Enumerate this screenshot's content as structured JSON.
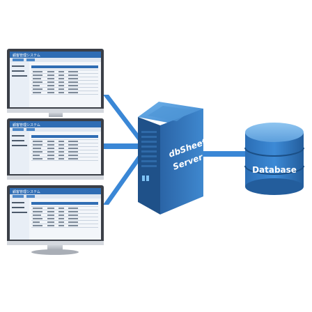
{
  "server": {
    "label_line1": "dbSheet",
    "label_line2": "Server"
  },
  "database": {
    "label": "Database"
  },
  "monitors": [
    {
      "name": "client-1",
      "app_title": "顧客管理システム"
    },
    {
      "name": "client-2",
      "app_title": "顧客管理システム"
    },
    {
      "name": "client-3",
      "app_title": "顧客管理システム"
    }
  ],
  "colors": {
    "connector": "#3a87d6",
    "server_body": "#2d6fb0",
    "server_dark": "#1b4f86",
    "server_light": "#5fa7e2",
    "db_top": "#79b6ea",
    "db_body": "#2f77c1",
    "db_band": "#1f5d9e",
    "monitor_frame": "#3b3f47",
    "monitor_stand": "#b9bec6",
    "screen_header": "#2f6db4",
    "screen_bg": "#f3f6fa"
  }
}
